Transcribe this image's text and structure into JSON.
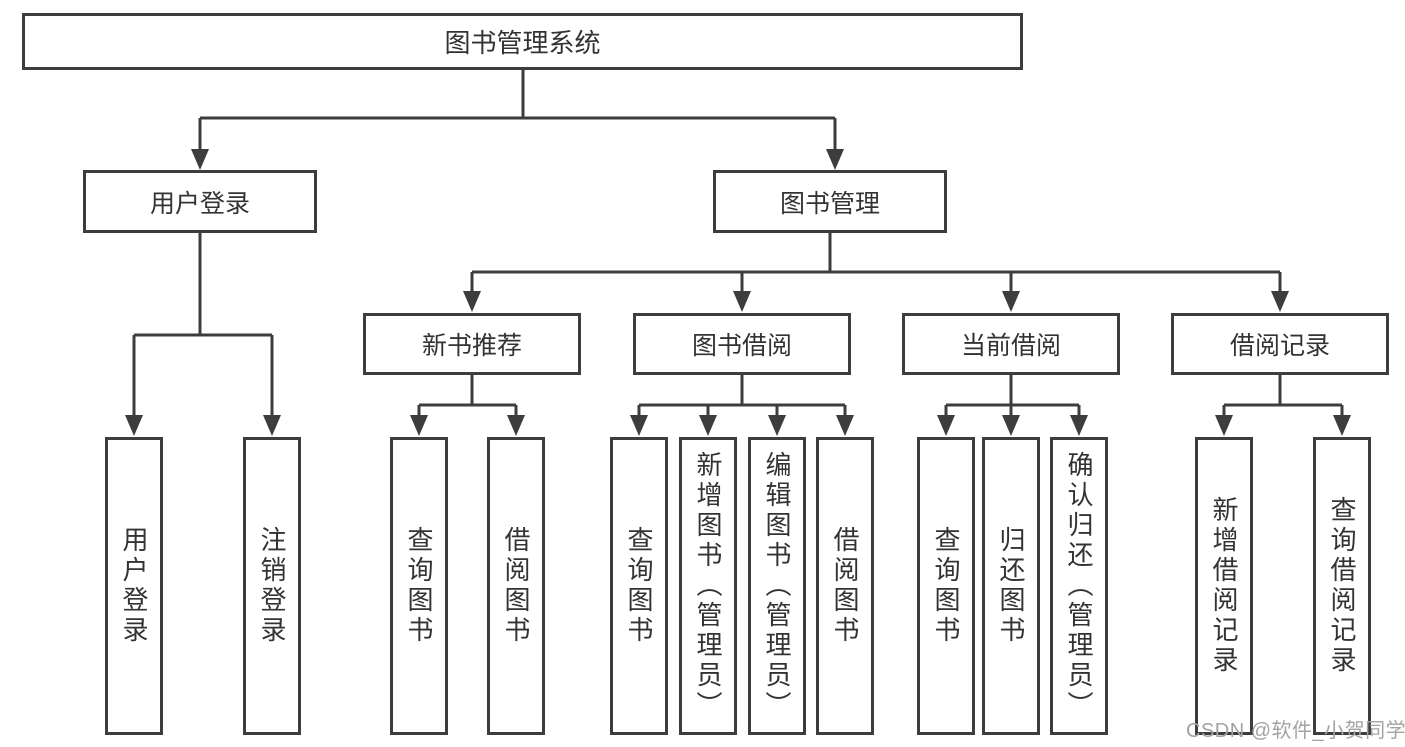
{
  "nodes": {
    "root": "图书管理系统",
    "l2": [
      "用户登录",
      "图书管理"
    ],
    "l3": [
      "新书推荐",
      "图书借阅",
      "当前借阅",
      "借阅记录"
    ],
    "leaves_user": [
      "用户登录",
      "注销登录"
    ],
    "leaves_newbook": [
      "查询图书",
      "借阅图书"
    ],
    "leaves_borrow": [
      "查询图书",
      "新增图书（管理员）",
      "编辑图书（管理员）",
      "借阅图书"
    ],
    "leaves_current": [
      "查询图书",
      "归还图书",
      "确认归还（管理员）"
    ],
    "leaves_record": [
      "新增借阅记录",
      "查询借阅记录"
    ]
  },
  "hierarchy": {
    "图书管理系统": [
      "用户登录",
      "图书管理"
    ],
    "用户登录": [
      "用户登录",
      "注销登录"
    ],
    "图书管理": [
      "新书推荐",
      "图书借阅",
      "当前借阅",
      "借阅记录"
    ],
    "新书推荐": [
      "查询图书",
      "借阅图书"
    ],
    "图书借阅": [
      "查询图书",
      "新增图书（管理员）",
      "编辑图书（管理员）",
      "借阅图书"
    ],
    "当前借阅": [
      "查询图书",
      "归还图书",
      "确认归还（管理员）"
    ],
    "借阅记录": [
      "新增借阅记录",
      "查询借阅记录"
    ]
  },
  "watermark": "CSDN @软件_小贺同学",
  "colors": {
    "line": "#3d3d3d",
    "text": "#333333",
    "background": "#ffffff",
    "watermark": "#a3a3a3"
  }
}
